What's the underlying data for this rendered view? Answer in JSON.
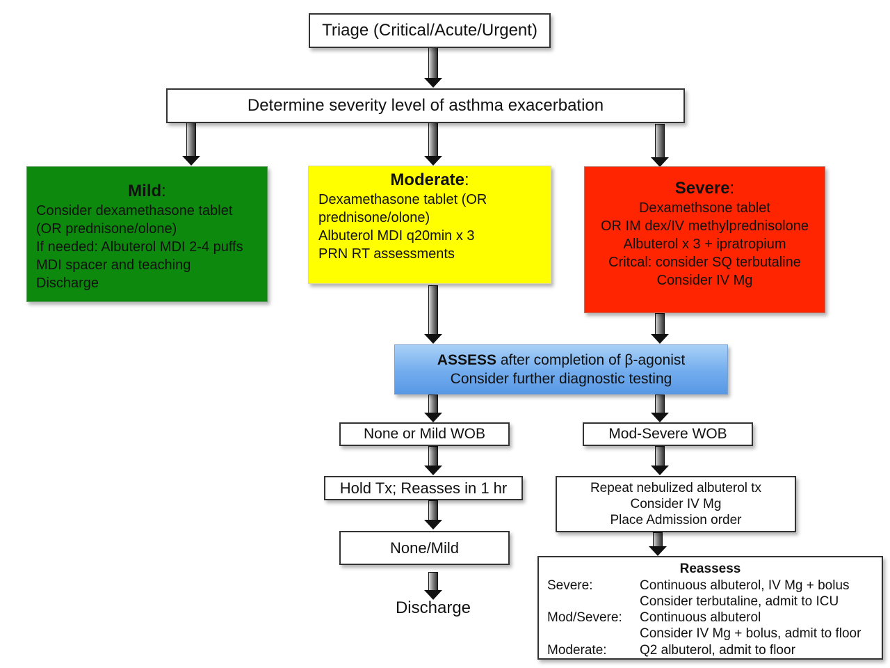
{
  "triage": "Triage (Critical/Acute/Urgent)",
  "severity": "Determine severity level of asthma exacerbation",
  "mild": {
    "title": "Mild",
    "colon": ":",
    "lines": [
      "Consider dexamethasone tablet",
      "(OR prednisone/olone)",
      "If needed: Albuterol MDI 2-4 puffs",
      "MDI spacer and teaching",
      "Discharge"
    ]
  },
  "moderate": {
    "title": "Moderate",
    "colon": ":",
    "lines": [
      "Dexamethasone tablet (OR",
      "prednisone/olone)",
      "Albuterol MDI q20min x 3",
      "PRN RT assessments"
    ]
  },
  "severe": {
    "title": "Severe",
    "colon": ":",
    "lines": [
      "Dexamethsone tablet",
      "OR IM dex/IV methylprednisolone",
      "Albuterol x 3 + ipratropium",
      "Critcal: consider SQ terbutaline",
      "Consider IV Mg"
    ]
  },
  "assess": {
    "bold": "ASSESS",
    "line1_rest": " after completion of β-agonist",
    "line2": "Consider further diagnostic testing"
  },
  "none_mild_wob": "None or Mild WOB",
  "mod_severe_wob": "Mod-Severe WOB",
  "hold_tx": "Hold Tx; Reasses in 1 hr",
  "repeat": {
    "lines": [
      "Repeat nebulized albuterol tx",
      "Consider IV Mg",
      "Place Admission order"
    ]
  },
  "none_mild": "None/Mild",
  "discharge": "Discharge",
  "reassess": {
    "title": "Reassess",
    "rows": [
      {
        "label": "Severe:",
        "text": "Continuous albuterol, IV Mg + bolus"
      },
      {
        "label": "",
        "text": "Consider terbutaline, admit to ICU"
      },
      {
        "label": "Mod/Severe:",
        "text": "Continuous albuterol"
      },
      {
        "label": "",
        "text": "Consider IV Mg + bolus, admit to floor"
      },
      {
        "label": "Moderate:",
        "text": "Q2 albuterol, admit to floor"
      }
    ]
  },
  "colors": {
    "mild": "#0d8a0d",
    "moderate": "#ffff00",
    "severe": "#ff2500",
    "assess": "#72acee"
  }
}
